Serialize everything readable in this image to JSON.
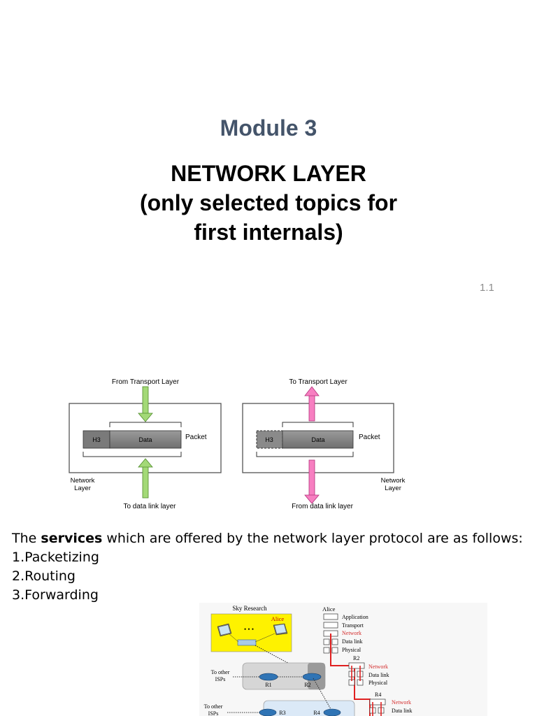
{
  "slide": {
    "module": "Module 3",
    "title_lines": [
      "NETWORK LAYER",
      "(only selected topics for",
      "first internals)"
    ],
    "page_number": "1.1"
  },
  "diagram_layers": {
    "left": {
      "top_label": "From Transport Layer",
      "bottom_label": "To data link layer",
      "side_label_line1": "Network",
      "side_label_line2": "Layer",
      "header": "H3",
      "data": "Data",
      "packet": "Packet"
    },
    "right": {
      "top_label": "To Transport Layer",
      "bottom_label": "From data link layer",
      "side_label_line1": "Network",
      "side_label_line2": "Layer",
      "header": "H3",
      "data": "Data",
      "packet": "Packet"
    }
  },
  "services": {
    "prefix": "The ",
    "bold_word": "services",
    "suffix": " which are offered by the network layer protocol are as follows:",
    "items": [
      "1.Packetizing",
      "2.Routing",
      "3.Forwarding"
    ]
  },
  "network_figure": {
    "sky_research": "Sky Research",
    "alice_box": "Alice",
    "alice": "Alice",
    "stack": [
      "Application",
      "Transport",
      "Network",
      "Data link",
      "Physical"
    ],
    "r2": "R2",
    "r2_stack": [
      "Network",
      "Data link",
      "Physical"
    ],
    "r4": "R4",
    "r4_stack": [
      "Network",
      "Data link"
    ],
    "to_other_isps": "To other",
    "isps": "ISPs",
    "routers": [
      "R1",
      "R2",
      "R3",
      "R4"
    ],
    "ellipsis": "• • •"
  }
}
